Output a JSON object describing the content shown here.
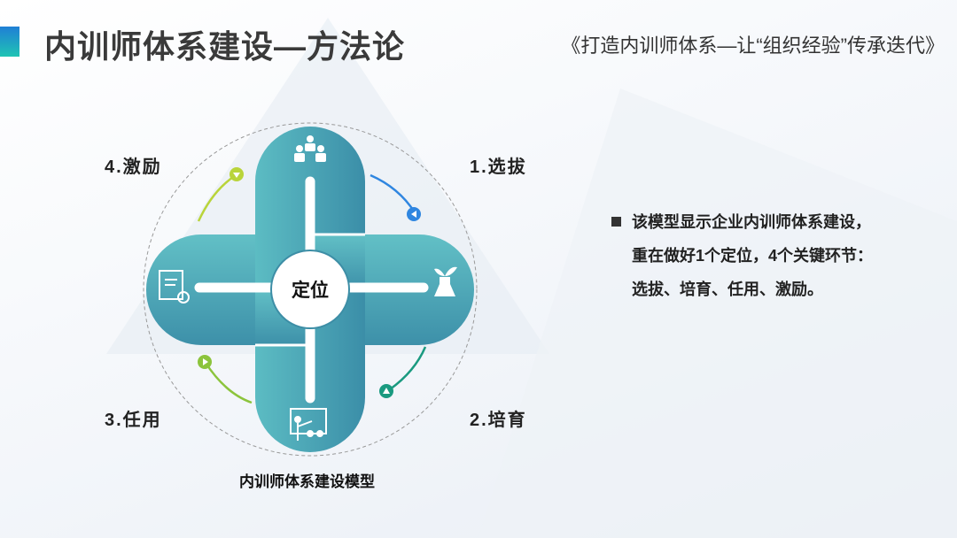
{
  "header": {
    "title": "内训师体系建设—方法论",
    "subtitle": "《打造内训师体系—让“组织经验”传承迭代》"
  },
  "diagram": {
    "center": "定位",
    "steps": [
      {
        "label": "1.选拔",
        "icon": "people-group-icon",
        "color": "#2f86e0"
      },
      {
        "label": "2.培育",
        "icon": "sprout-flask-icon",
        "color": "#1a9a80"
      },
      {
        "label": "3.任用",
        "icon": "teacher-board-icon",
        "color": "#8cc43c"
      },
      {
        "label": "4.激励",
        "icon": "document-gear-icon",
        "color": "#b9d43a"
      }
    ],
    "caption": "内训师体系建设模型"
  },
  "description": {
    "lines": [
      "该模型显示企业内训师体系建设，",
      "重在做好1个定位，4个关键环节：",
      "选拔、培育、任用、激励。"
    ]
  },
  "colors": {
    "teal_light": "#5cbcc3",
    "teal_dark": "#3b8ea8"
  }
}
